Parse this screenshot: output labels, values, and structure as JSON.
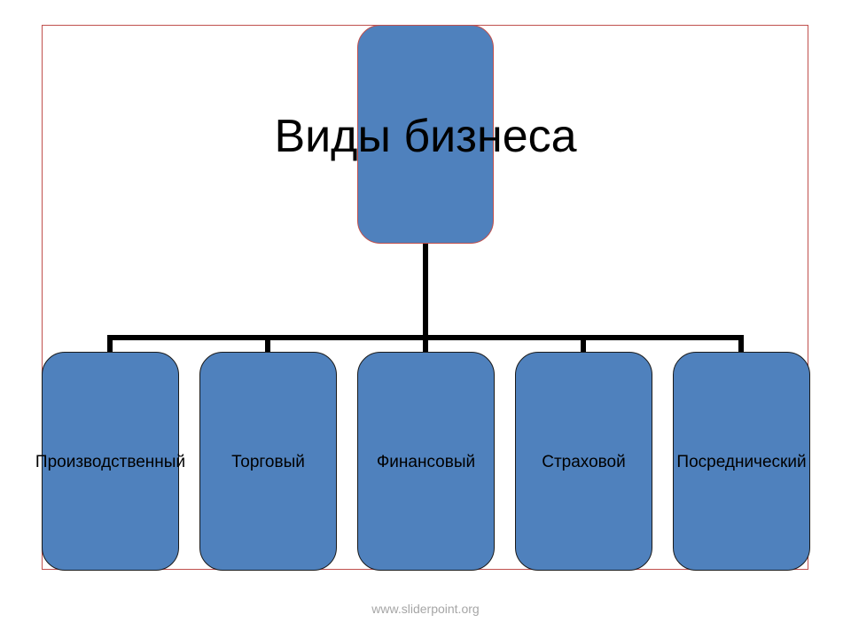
{
  "diagram": {
    "title": "Виды бизнеса",
    "children": [
      {
        "label": "Производственный"
      },
      {
        "label": "Торговый"
      },
      {
        "label": "Финансовый"
      },
      {
        "label": "Страховой"
      },
      {
        "label": "Посреднический"
      }
    ]
  },
  "footer": {
    "text": "www.sliderpoint.org"
  },
  "colors": {
    "box_fill": "#4f81bd",
    "connector": "#000000",
    "frame_border": "#c0504d",
    "footer_text": "#a6a6a6"
  }
}
